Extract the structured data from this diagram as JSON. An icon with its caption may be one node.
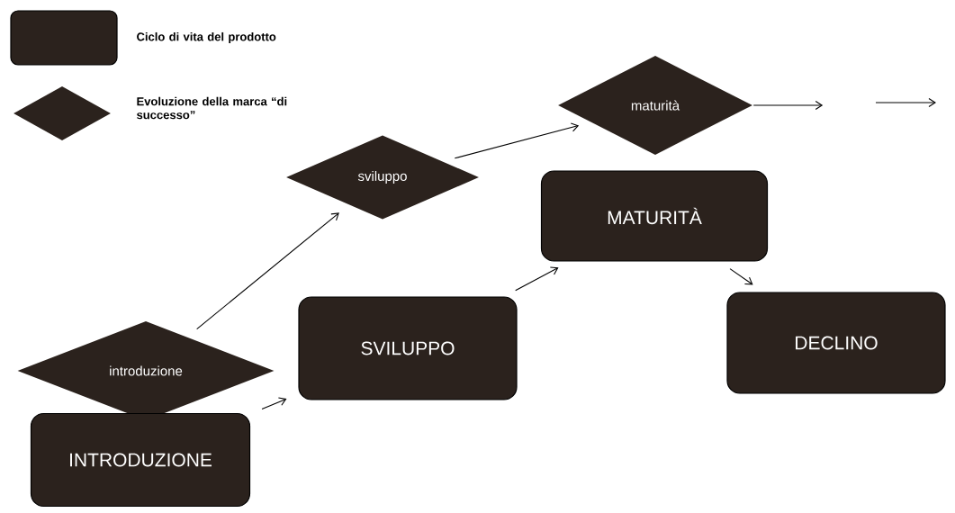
{
  "diagram": {
    "nodes": [
      {
        "text": [
          "introduzione"
        ]
      },
      {
        "text": [
          "INTRODUZIONE"
        ]
      },
      {
        "text": [
          "sviluppo"
        ]
      },
      {
        "text": [
          "SVILUPPO"
        ]
      },
      {
        "text": [
          "maturità"
        ]
      },
      {
        "text": [
          "MATURITÀ"
        ]
      },
      {
        "text": [
          "DECLINO"
        ]
      }
    ],
    "edges": [
      {
        "from": 0,
        "to": 2,
        "arrow": "to"
      },
      {
        "from": 1,
        "to": 3,
        "arrow": "to"
      },
      {
        "from": 2,
        "to": 4,
        "arrow": "to"
      },
      {
        "from": 3,
        "to": 5,
        "arrow": "to"
      },
      {
        "from": 5,
        "to": 6,
        "arrow": "to"
      },
      {
        "from": 4,
        "to": null,
        "arrow": "to"
      }
    ],
    "legend": [
      {
        "text": "Ciclo di vita del prodotto"
      },
      {
        "text": "Evoluzione della marca “di successo”"
      }
    ]
  }
}
